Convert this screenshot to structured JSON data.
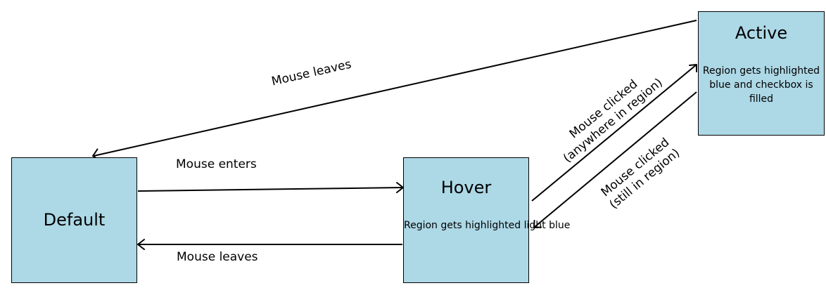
{
  "states": {
    "default": {
      "title": "Default"
    },
    "hover": {
      "title": "Hover",
      "description": "Region gets highlighted light blue"
    },
    "active": {
      "title": "Active",
      "description": "Region gets highlighted blue and checkbox is filled"
    }
  },
  "transitions": {
    "default_to_hover": {
      "label": "Mouse enters"
    },
    "hover_to_default": {
      "label": "Mouse leaves"
    },
    "active_to_default": {
      "label": "Mouse leaves"
    },
    "hover_to_active": {
      "line1": "Mouse clicked",
      "line2": "(anywhere in region)"
    },
    "active_to_hover": {
      "line1": "Mouse clicked",
      "line2": "(still in region)"
    }
  },
  "colors": {
    "state_fill": "#add8e6",
    "stroke": "#000000",
    "background": "#ffffff"
  }
}
